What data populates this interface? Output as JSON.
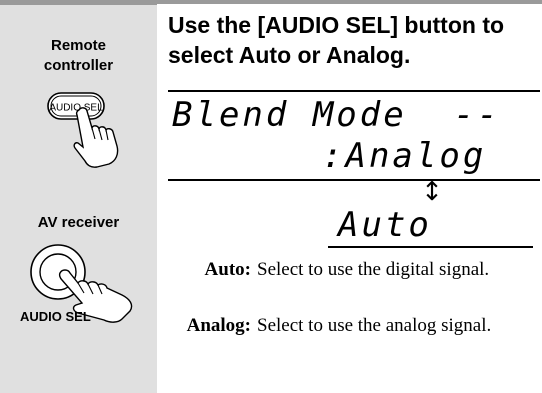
{
  "sidebar": {
    "remote_heading": "Remote\ncontroller",
    "remote_button_label": "AUDIO SEL",
    "av_heading": "AV receiver",
    "av_button_label": "AUDIO SEL"
  },
  "main": {
    "heading": "Use the [AUDIO SEL] button to select Auto or Analog.",
    "lcd_line1": "Blend Mode  --",
    "lcd_line2": ":Analog",
    "toggle_symbol": "↕",
    "lcd_auto": "Auto",
    "options": [
      {
        "label": "Auto:",
        "description": "Select to use the digital signal."
      },
      {
        "label": "Analog:",
        "description": "Select to use the analog signal."
      }
    ]
  }
}
